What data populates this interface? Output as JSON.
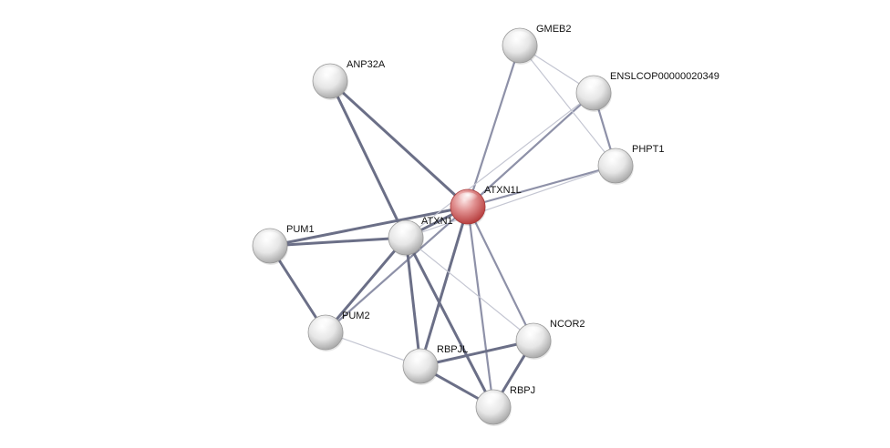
{
  "diagram": {
    "nodes": [
      {
        "id": "ATXN1L",
        "label": "ATXN1L",
        "color": "red"
      },
      {
        "id": "ATXN1",
        "label": "ATXN1",
        "color": "grey"
      },
      {
        "id": "GMEB2",
        "label": "GMEB2",
        "color": "grey"
      },
      {
        "id": "ENSLCOP00000020349",
        "label": "ENSLCOP00000020349",
        "color": "grey"
      },
      {
        "id": "PHPT1",
        "label": "PHPT1",
        "color": "grey"
      },
      {
        "id": "ANP32A",
        "label": "ANP32A",
        "color": "grey"
      },
      {
        "id": "PUM1",
        "label": "PUM1",
        "color": "grey"
      },
      {
        "id": "PUM2",
        "label": "PUM2",
        "color": "grey"
      },
      {
        "id": "RBPJL",
        "label": "RBPJL",
        "color": "grey"
      },
      {
        "id": "NCOR2",
        "label": "NCOR2",
        "color": "grey"
      },
      {
        "id": "RBPJ",
        "label": "RBPJ",
        "color": "grey"
      }
    ],
    "edges": [
      {
        "from": "ATXN1L",
        "to": "ATXN1",
        "strength": "strong"
      },
      {
        "from": "ATXN1L",
        "to": "ANP32A",
        "strength": "strong"
      },
      {
        "from": "ATXN1L",
        "to": "GMEB2",
        "strength": "medium"
      },
      {
        "from": "ATXN1L",
        "to": "ENSLCOP00000020349",
        "strength": "medium"
      },
      {
        "from": "ATXN1L",
        "to": "PHPT1",
        "strength": "medium"
      },
      {
        "from": "ATXN1L",
        "to": "PUM1",
        "strength": "strong"
      },
      {
        "from": "ATXN1L",
        "to": "PUM2",
        "strength": "medium"
      },
      {
        "from": "ATXN1L",
        "to": "RBPJL",
        "strength": "strong"
      },
      {
        "from": "ATXN1L",
        "to": "NCOR2",
        "strength": "medium"
      },
      {
        "from": "ATXN1L",
        "to": "RBPJ",
        "strength": "medium"
      },
      {
        "from": "ATXN1",
        "to": "ANP32A",
        "strength": "strong"
      },
      {
        "from": "ATXN1",
        "to": "PUM1",
        "strength": "strong"
      },
      {
        "from": "ATXN1",
        "to": "PUM2",
        "strength": "strong"
      },
      {
        "from": "ATXN1",
        "to": "RBPJL",
        "strength": "strong"
      },
      {
        "from": "ATXN1",
        "to": "RBPJ",
        "strength": "strong"
      },
      {
        "from": "ATXN1",
        "to": "NCOR2",
        "strength": "weak"
      },
      {
        "from": "PUM1",
        "to": "PUM2",
        "strength": "strong"
      },
      {
        "from": "PUM2",
        "to": "RBPJL",
        "strength": "weak"
      },
      {
        "from": "RBPJL",
        "to": "NCOR2",
        "strength": "strong"
      },
      {
        "from": "RBPJL",
        "to": "RBPJ",
        "strength": "strong"
      },
      {
        "from": "NCOR2",
        "to": "RBPJ",
        "strength": "strong"
      },
      {
        "from": "GMEB2",
        "to": "ENSLCOP00000020349",
        "strength": "weak"
      },
      {
        "from": "GMEB2",
        "to": "PHPT1",
        "strength": "weak"
      },
      {
        "from": "ENSLCOP00000020349",
        "to": "PHPT1",
        "strength": "medium"
      },
      {
        "from": "ATXN1",
        "to": "ENSLCOP00000020349",
        "strength": "weak"
      },
      {
        "from": "ATXN1",
        "to": "PHPT1",
        "strength": "weak"
      }
    ],
    "colors": {
      "edge_strong": "#6b6f87",
      "edge_medium": "#8e91a8",
      "edge_weak": "#c4c6d2",
      "node_grey_light": "#ffffff",
      "node_grey_dark": "#b9b9b9",
      "node_red_light": "#f4c4c4",
      "node_red_dark": "#c24a4a"
    }
  }
}
